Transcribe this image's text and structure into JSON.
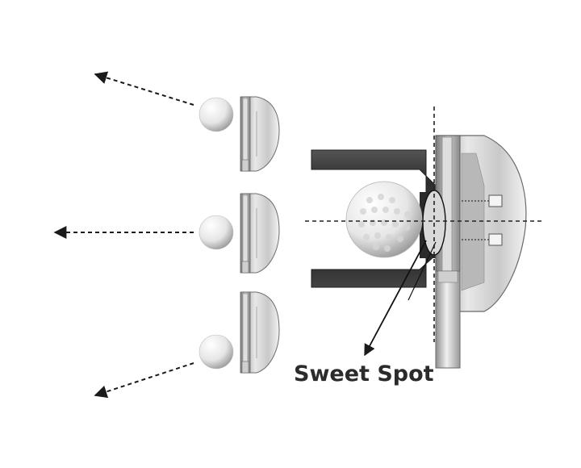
{
  "diagram": {
    "label": "Sweet Spot",
    "colors": {
      "arrow": "#1a1a1a",
      "jig": "#3a3a3a",
      "ball": "#eeeeee",
      "head_light": "#d4d4d4",
      "head_dark": "#8c8c8c",
      "guide_line": "#222222"
    },
    "strokes": [
      {
        "direction": "up-left"
      },
      {
        "direction": "straight"
      },
      {
        "direction": "down-left"
      }
    ]
  }
}
